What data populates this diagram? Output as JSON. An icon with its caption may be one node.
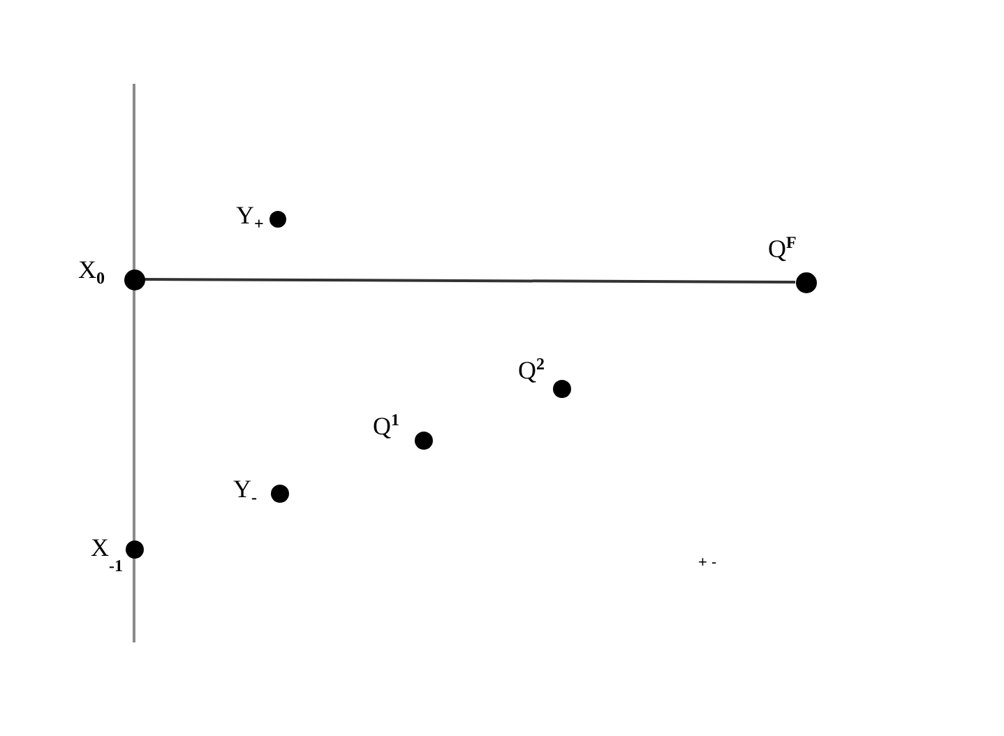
{
  "diagram": {
    "nodes": [
      {
        "text": [],
        "shape": "circle",
        "beside": [
          "Y$_{+}$"
        ]
      },
      {
        "text": [],
        "shape": "circle",
        "beside": [
          "X$_{0}$"
        ]
      },
      {
        "text": [],
        "shape": "circle",
        "beside": [
          "Q$^{F}$"
        ]
      },
      {
        "text": [],
        "shape": "circle",
        "beside": [
          "Q$^{2}$"
        ]
      },
      {
        "text": [],
        "shape": "circle",
        "beside": [
          "Q$^{1}$"
        ]
      },
      {
        "text": [],
        "shape": "circle",
        "beside": [
          "Y$_{-}$"
        ]
      },
      {
        "text": [],
        "shape": "circle",
        "beside": [
          "X$_{-1}$"
        ]
      }
    ],
    "edges": [
      {
        "from": 1,
        "to": 2,
        "arrow": "none"
      }
    ],
    "labels": [
      "+ -"
    ]
  }
}
